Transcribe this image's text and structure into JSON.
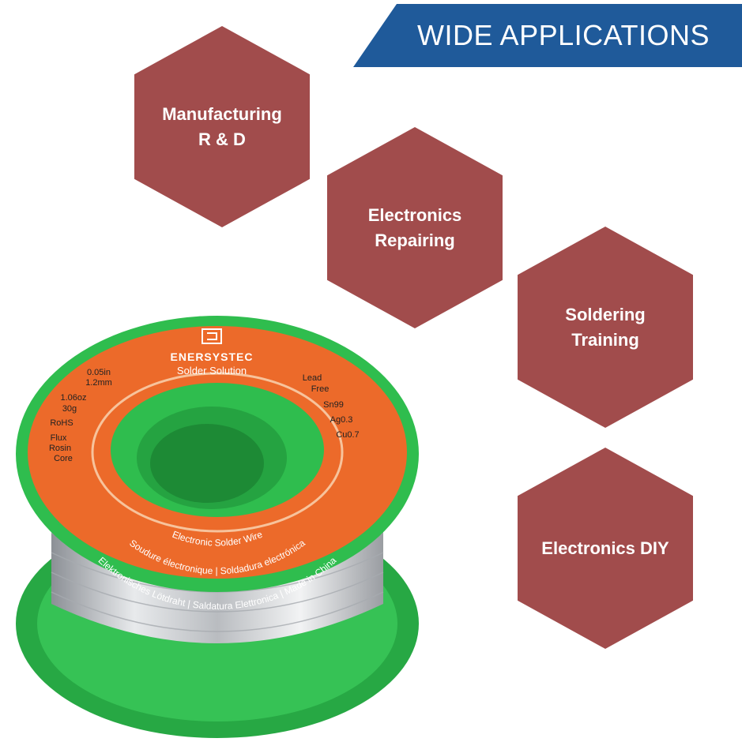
{
  "banner": {
    "title": "WIDE APPLICATIONS"
  },
  "applications": [
    {
      "lines": [
        "Manufacturing",
        "R & D"
      ]
    },
    {
      "lines": [
        "Electronics",
        "Repairing"
      ]
    },
    {
      "lines": [
        "Soldering",
        "Training"
      ]
    },
    {
      "lines": [
        "Electronics DIY"
      ]
    }
  ],
  "spool_label": {
    "brand": "ENERSYSTEC",
    "tagline": "Solder Solution",
    "diameter_in": "0.05in",
    "diameter_mm": "1.2mm",
    "weight_oz": "1.06oz",
    "weight_g": "30g",
    "rohs": "RoHS",
    "flux_1": "Flux",
    "flux_2": "Rosin",
    "flux_3": "Core",
    "lead_1": "Lead",
    "lead_2": "Free",
    "alloy_sn": "Sn99",
    "alloy_ag": "Ag0.3",
    "alloy_cu": "Cu0.7",
    "arc_line_1": "Electronic Solder Wire",
    "arc_line_2": "Soudure électronique | Soldadura electrónica",
    "arc_line_3": "Elektronisches Lötdraht | Saldatura Elettronica | Made in China"
  },
  "colors": {
    "banner": "#1f5a9a",
    "hexagon": "#a14c4c",
    "spool_green": "#2fbd4e",
    "label_orange": "#ec6a2a"
  }
}
